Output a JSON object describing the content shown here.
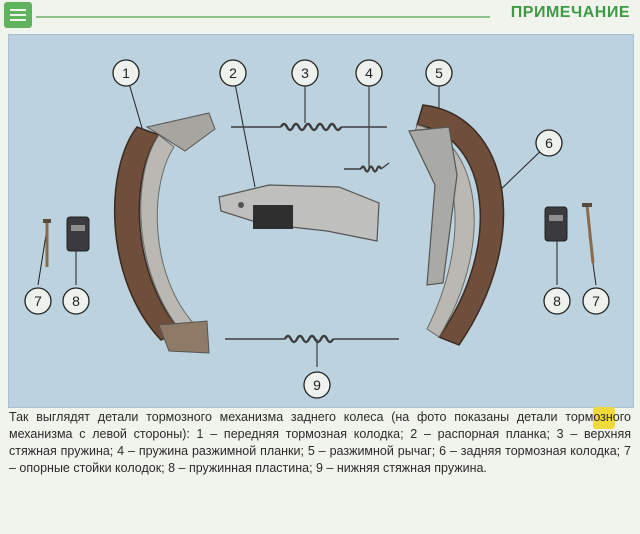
{
  "header": {
    "title": "ПРИМЕЧАНИЕ",
    "icon": "note-icon"
  },
  "figure": {
    "callouts": [
      {
        "label": "1"
      },
      {
        "label": "2"
      },
      {
        "label": "3"
      },
      {
        "label": "4"
      },
      {
        "label": "5"
      },
      {
        "label": "6"
      },
      {
        "label": "7"
      },
      {
        "label": "8"
      },
      {
        "label": "8"
      },
      {
        "label": "7"
      },
      {
        "label": "9"
      }
    ]
  },
  "caption": {
    "text": "Так выглядят детали тормозного механизма заднего колеса (на фото показаны детали тормозного механизма с левой стороны): 1 – передняя тормозная колодка; 2 – распорная планка; 3 – верхняя стяжная пружина; 4 – пружина разжимной планки; 5 – разжимной рычаг; 6 – задняя тормозная колодка; 7 – опорные стойки колодок; 8 – пружинная пластина; 9 – нижняя стяжная пружина."
  },
  "colors": {
    "accent": "#3f9a45",
    "photo_bg": "#bcd3df",
    "shoe": "#7a5a45"
  }
}
